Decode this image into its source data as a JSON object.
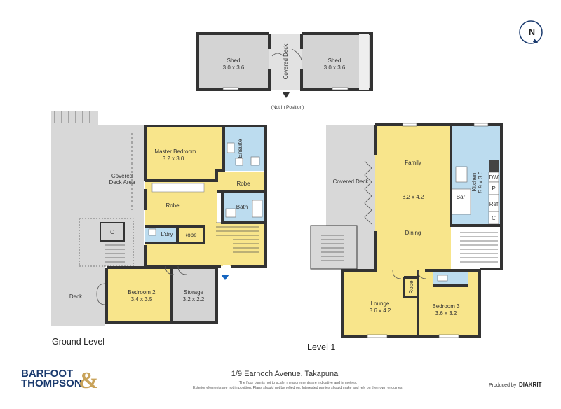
{
  "colors": {
    "room_yellow": "#f8e58b",
    "room_grey": "#d6d6d6",
    "room_blue": "#bcdcef",
    "wall": "#333333",
    "deck": "#d9d9d9",
    "brand_blue": "#1a3a6e",
    "brand_gold": "#c9a35a"
  },
  "compass": {
    "label": "N"
  },
  "sheds": {
    "shed_left": {
      "name": "Shed",
      "dims": "3.0 x 3.6"
    },
    "covered_deck": "Covered Deck",
    "shed_right": {
      "name": "Shed",
      "dims": "3.0 x 3.6"
    },
    "note": "(Not In Position)"
  },
  "ground": {
    "title": "Ground Level",
    "covered_deck_area_1": "Covered",
    "covered_deck_area_2": "Deck Area",
    "deck": "Deck",
    "cupboard": "C",
    "master_bedroom": {
      "name": "Master Bedroom",
      "dims": "3.2 x 3.0"
    },
    "ensuite": "Ensuite",
    "robe_master": "Robe",
    "robe_hall": "Robe",
    "bath": "Bath",
    "laundry": "L'dry",
    "robe_small": "Robe",
    "bedroom2": {
      "name": "Bedroom 2",
      "dims": "3.4 x 3.5"
    },
    "storage": {
      "name": "Storage",
      "dims": "3.2 x 2.2"
    }
  },
  "level1": {
    "title": "Level 1",
    "covered_deck": "Covered Deck",
    "family": "Family",
    "family_dims": "8.2 x 4.2",
    "dining": "Dining",
    "bar": "Bar",
    "kitchen": {
      "name": "Kitchen",
      "dims": "5.9 x 3.0"
    },
    "dw": "DW",
    "p": "P",
    "ref": "Ref",
    "c": "C",
    "robe": "Robe",
    "lounge": {
      "name": "Lounge",
      "dims": "3.6 x 4.2"
    },
    "bedroom3": {
      "name": "Bedroom 3",
      "dims": "3.6 x 3.2"
    }
  },
  "footer": {
    "address": "1/9 Earnoch Avenue, Takapuna",
    "disclaimer_1": "The floor plan is not to scale; measurements are indicative and in metres.",
    "disclaimer_2": "Exterior elements are not in position. Plans should not be relied on. Interested parties should make and rely on their own enquiries.",
    "brand_1": "BARFOOT",
    "brand_2": "THOMPSON",
    "brand_amp": "&",
    "produced_by": "Produced by",
    "producer": "DIAKRIT"
  }
}
